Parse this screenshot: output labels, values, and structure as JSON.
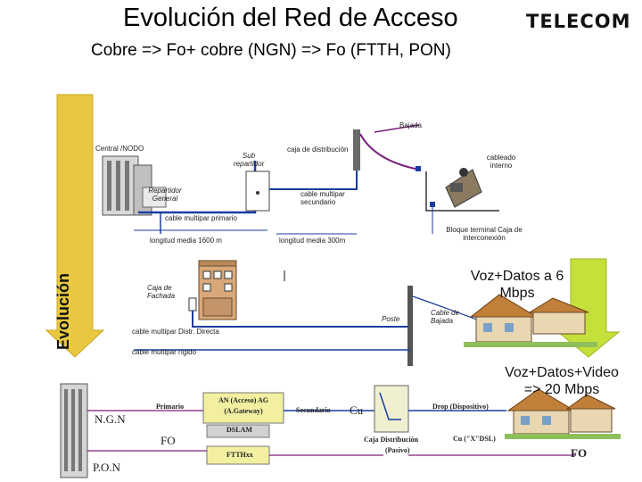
{
  "header": {
    "title": "Evolución del Red de Acceso",
    "subtitle": "Cobre => Fo+ cobre (NGN) => Fo (FTTH, PON)",
    "logo_text": "TELECOM"
  },
  "side_label": "Evolución",
  "labels": {
    "bajada": "Bajada",
    "central_nodo": "Central /NODO",
    "sub_repartidor": "Sub repartidor",
    "caja_distribucion": "caja de distribución",
    "cableado_interno": "cableado interno",
    "repartidor_general": "Repartidor General",
    "cable_multipar_secundario": "cable multipar secundario",
    "cable_multipar_primario": "cable multipar primario",
    "bloque_terminal": "Bloque terminal Caja de interconexión",
    "longitud_1600": "longitud media 1600 m",
    "longitud_300": "longitud media 300m",
    "caja_fachada": "Caja de Fachada",
    "poste": "Poste",
    "cable_bajada": "Cable de Bajada",
    "cable_distr_directa": "cable multipar Distr. Directa",
    "cable_rigido": "cable multipar rígido",
    "voz_datos": "Voz+Datos a 6 Mbps",
    "voz_datos_video": "Voz+Datos+Video => 20 Mbps",
    "ngn": "N.G.N",
    "pon": "P.O.N",
    "primario": "Primario",
    "fo_left": "FO",
    "an_ag": "AN (Acceso) AG (A.Gateway)",
    "dslam": "DSLAM",
    "ftthx": "FTTHxx",
    "secundario": "Secundario",
    "cu_mid": "Cu",
    "caja_distribucion2": "Caja Distribución",
    "pasivo": "(Pasivo)",
    "drop": "Drop (Dispositivo)",
    "cu_xdsl": "Cu (\"X\"DSL)",
    "fo_right": "FO"
  },
  "colors": {
    "arrow_gold": "#e8c840",
    "arrow_green": "#b8d830",
    "cable_blue": "#1a3ea0",
    "cable_purple": "#7a1f7a"
  },
  "icons": [
    "central-building-icon",
    "repartidor-icon",
    "sub-repartidor-box-icon",
    "distribution-box-icon",
    "technician-icon",
    "terminal-block-icon",
    "apartment-building-icon",
    "pole-icon",
    "house-icon",
    "ngn-building-icon",
    "an-ag-equipment-icon",
    "dslam-equipment-icon",
    "ftthx-equipment-icon",
    "passive-cabinet-icon",
    "evolution-arrow-icon",
    "green-arrow-icon"
  ]
}
